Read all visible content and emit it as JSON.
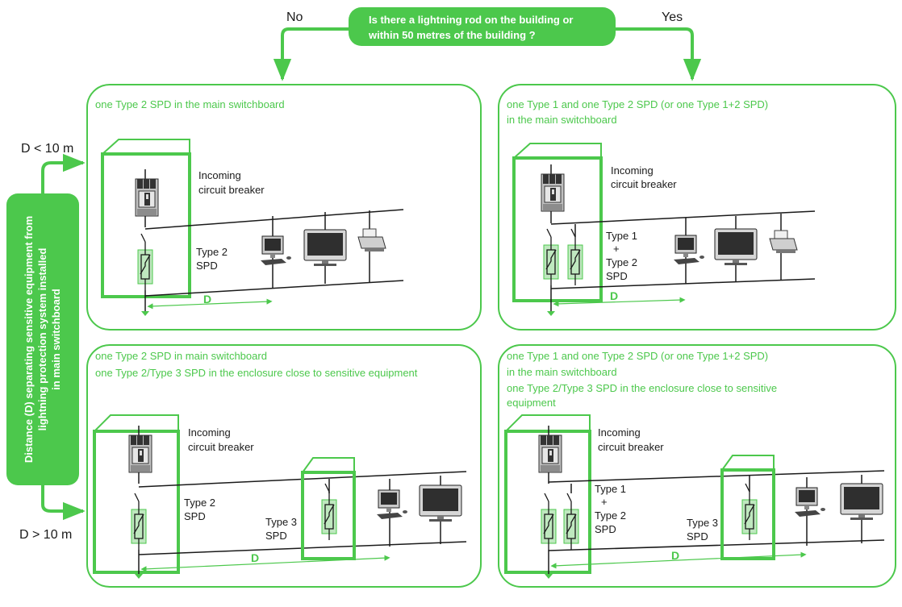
{
  "question": {
    "line1": "Is there a lightning rod on the building or",
    "line2": "within 50 metres of the building ?"
  },
  "branch_no": "No",
  "branch_yes": "Yes",
  "distance_lt": "D < 10 m",
  "distance_gt": "D > 10 m",
  "side_label": {
    "line1": "Distance (D) separating sensitive equipment from",
    "line2": "lightning protection system installed",
    "line3": "in main switchboard"
  },
  "panels": {
    "top_left": {
      "caption_1": "one Type 2 SPD in the main switchboard",
      "breaker_1": "Incoming",
      "breaker_2": "circuit breaker",
      "spd_1": "Type 2",
      "spd_2": "SPD",
      "d": "D"
    },
    "top_right": {
      "caption_1": "one Type 1 and one Type 2 SPD  (or one Type 1+2 SPD)",
      "caption_2": "in the main switchboard",
      "breaker_1": "Incoming",
      "breaker_2": "circuit breaker",
      "spd_1": "Type 1",
      "spd_2": "+",
      "spd_3": "Type 2",
      "spd_4": "SPD",
      "d": "D"
    },
    "bottom_left": {
      "caption_1": "one Type 2 SPD in main switchboard",
      "caption_2": "one Type 2/Type 3 SPD in the enclosure close to sensitive equipment",
      "breaker_1": "Incoming",
      "breaker_2": "circuit breaker",
      "spd_1": "Type 2",
      "spd_2": "SPD",
      "t3_1": "Type 3",
      "t3_2": "SPD",
      "d": "D"
    },
    "bottom_right": {
      "caption_1": "one Type 1 and one Type 2 SPD  (or one Type 1+2 SPD)",
      "caption_2": "in the main switchboard",
      "caption_3": "one Type 2/Type 3 SPD in the enclosure close to sensitive",
      "caption_4": "equipment",
      "breaker_1": "Incoming",
      "breaker_2": "circuit breaker",
      "spd_1": "Type 1",
      "spd_2": "+",
      "spd_3": "Type 2",
      "spd_4": "SPD",
      "t3_1": "Type 3",
      "t3_2": "SPD",
      "d": "D"
    }
  },
  "colors": {
    "accent": "#4cc84c",
    "line": "#1a1a1a",
    "background": "#ffffff"
  }
}
